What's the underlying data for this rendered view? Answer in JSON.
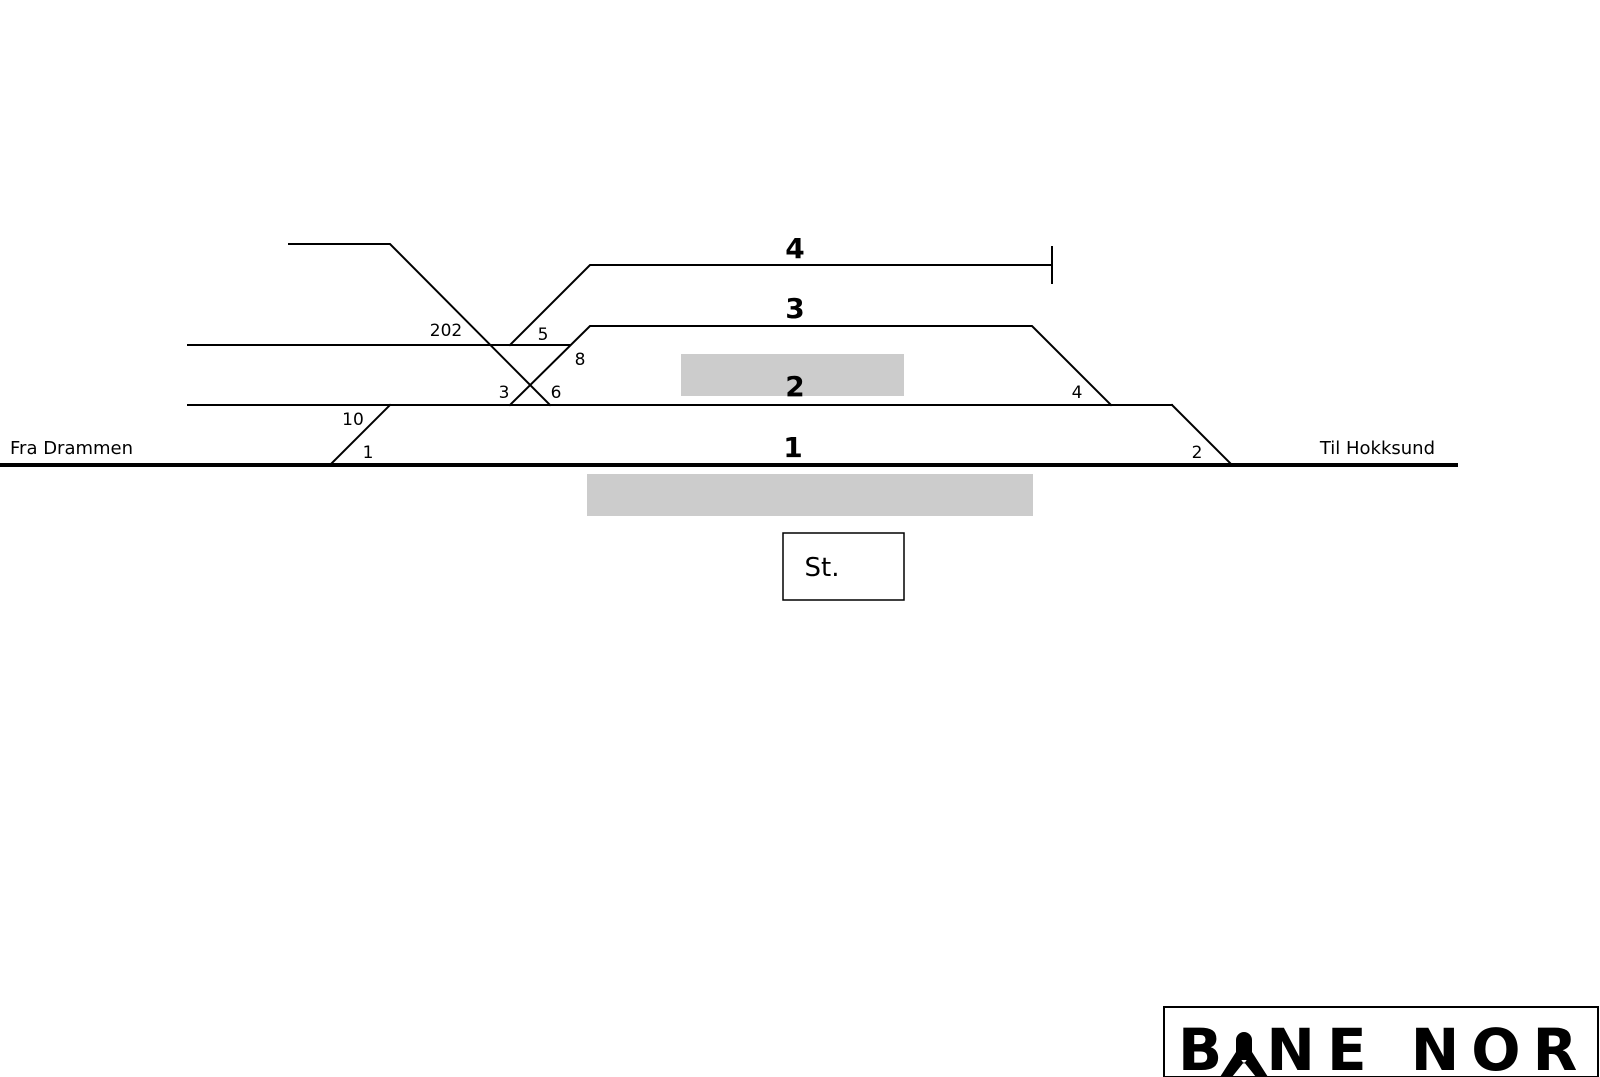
{
  "labels": {
    "from": "Fra Drammen",
    "to": "Til Hokksund",
    "station": "St."
  },
  "tracks": [
    "1",
    "2",
    "3",
    "4"
  ],
  "switches": [
    "1",
    "2",
    "3",
    "4",
    "5",
    "6",
    "8",
    "10",
    "202"
  ],
  "logo": {
    "text": "BANE NOR",
    "display_text": "B NE NOR"
  },
  "colors": {
    "line": "#000000",
    "platform": "#cccccc"
  }
}
